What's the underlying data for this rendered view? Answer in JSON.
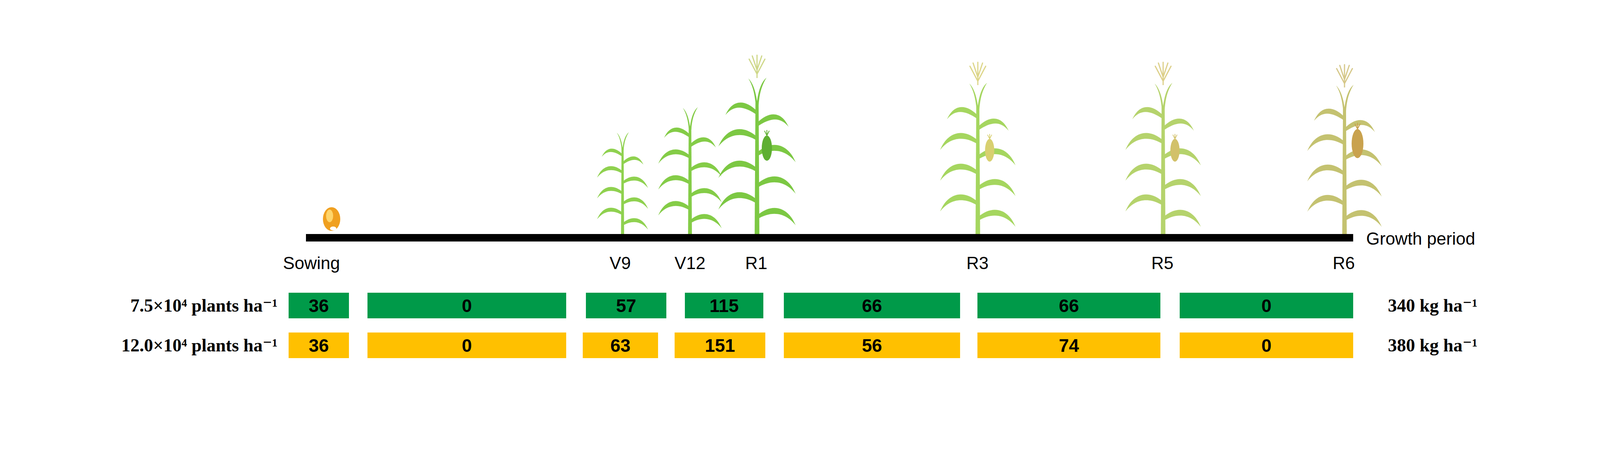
{
  "diagram": {
    "nodes": [
      {
        "text": [
          "36"
        ]
      },
      {
        "text": [
          "0"
        ]
      },
      {
        "text": [
          "57"
        ]
      },
      {
        "text": [
          "115"
        ]
      },
      {
        "text": [
          "66"
        ]
      },
      {
        "text": [
          "66"
        ]
      },
      {
        "text": [
          "0"
        ]
      },
      {
        "text": [
          "36"
        ]
      },
      {
        "text": [
          "0"
        ]
      },
      {
        "text": [
          "63"
        ]
      },
      {
        "text": [
          "151"
        ]
      },
      {
        "text": [
          "56"
        ]
      },
      {
        "text": [
          "74"
        ]
      },
      {
        "text": [
          "0"
        ]
      }
    ],
    "labels": [
      "Sowing",
      "V9",
      "V12",
      "R1",
      "R3",
      "R5",
      "R6",
      "Growth period",
      "7.5×10⁴ plants ha⁻¹",
      "340 kg ha⁻¹",
      "12.0×10⁴ plants ha⁻¹",
      "380 kg ha⁻¹"
    ]
  }
}
